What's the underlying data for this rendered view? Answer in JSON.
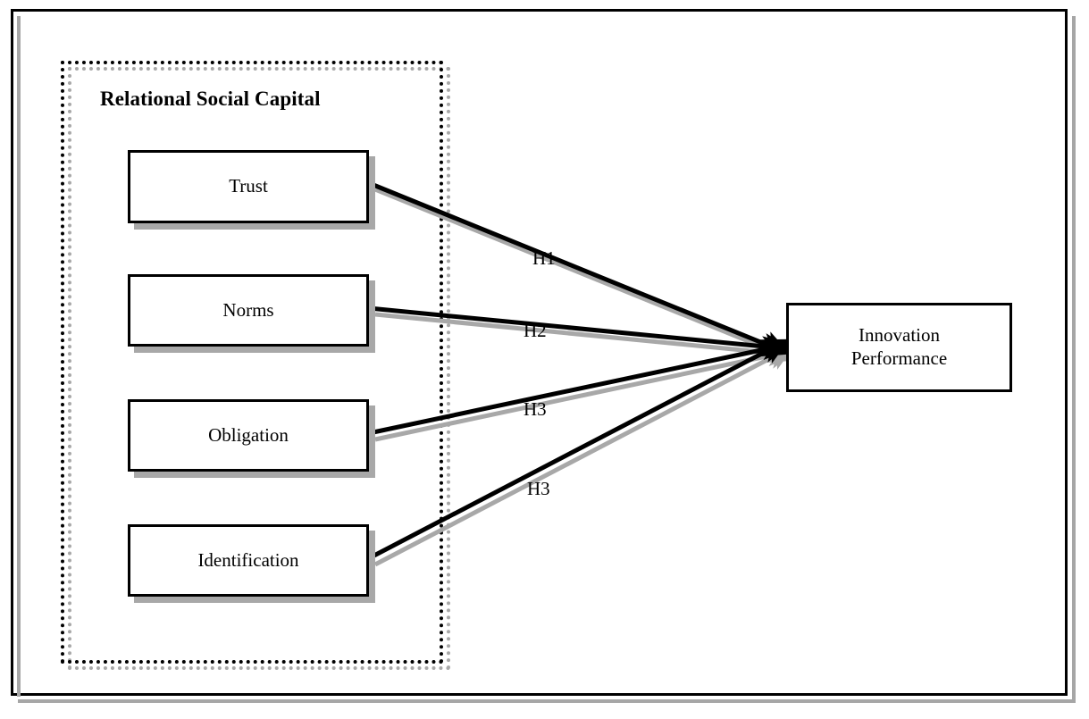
{
  "figure": {
    "title": "Relational Social Capital research model",
    "group_label": "Relational Social Capital"
  },
  "colors": {
    "line": "#000000",
    "shadow": "#a8a8a8",
    "frame": "#000000",
    "background": "#ffffff"
  },
  "constructs": [
    {
      "id": "trust",
      "label": "Trust"
    },
    {
      "id": "norms",
      "label": "Norms"
    },
    {
      "id": "obligation",
      "label": "Obligation"
    },
    {
      "id": "identification",
      "label": "Identification"
    }
  ],
  "outcome": {
    "id": "innovation-performance",
    "line1": "Innovation",
    "line2": "Performance"
  },
  "hypotheses": [
    {
      "id": "h1",
      "label": "H1",
      "from": "trust",
      "to": "innovation-performance"
    },
    {
      "id": "h2",
      "label": "H2",
      "from": "norms",
      "to": "innovation-performance"
    },
    {
      "id": "h3a",
      "label": "H3",
      "from": "obligation",
      "to": "innovation-performance"
    },
    {
      "id": "h3b",
      "label": "H3",
      "from": "identification",
      "to": "innovation-performance"
    }
  ],
  "chart_data": {
    "type": "diagram",
    "title": "Relational Social Capital",
    "nodes": [
      {
        "id": "trust",
        "label": "Trust",
        "group": "Relational Social Capital"
      },
      {
        "id": "norms",
        "label": "Norms",
        "group": "Relational Social Capital"
      },
      {
        "id": "obligation",
        "label": "Obligation",
        "group": "Relational Social Capital"
      },
      {
        "id": "identification",
        "label": "Identification",
        "group": "Relational Social Capital"
      },
      {
        "id": "innovation-performance",
        "label": "Innovation Performance",
        "group": null
      }
    ],
    "edges": [
      {
        "source": "trust",
        "target": "innovation-performance",
        "label": "H1",
        "directed": true
      },
      {
        "source": "norms",
        "target": "innovation-performance",
        "label": "H2",
        "directed": true
      },
      {
        "source": "obligation",
        "target": "innovation-performance",
        "label": "H3",
        "directed": true
      },
      {
        "source": "identification",
        "target": "innovation-performance",
        "label": "H3",
        "directed": true
      }
    ]
  }
}
